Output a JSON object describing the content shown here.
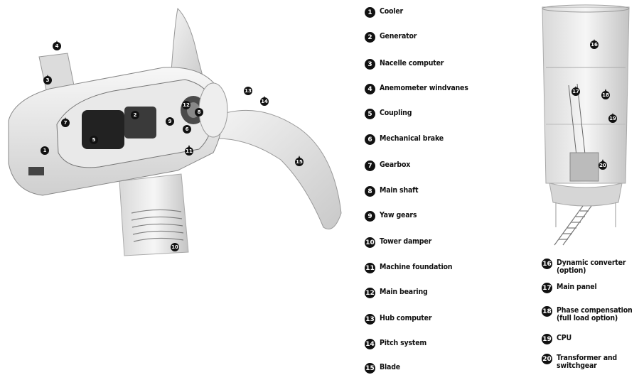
{
  "legend": [
    {
      "num": "1",
      "label": "Cooler"
    },
    {
      "num": "2",
      "label": "Generator"
    },
    {
      "num": "3",
      "label": "Nacelle computer"
    },
    {
      "num": "4",
      "label": "Anemometer windvanes"
    },
    {
      "num": "5",
      "label": "Coupling"
    },
    {
      "num": "6",
      "label": "Mechanical brake"
    },
    {
      "num": "7",
      "label": "Gearbox"
    },
    {
      "num": "8",
      "label": "Main shaft"
    },
    {
      "num": "9",
      "label": "Yaw gears"
    },
    {
      "num": "10",
      "label": "Tower damper"
    },
    {
      "num": "11",
      "label": "Machine foundation"
    },
    {
      "num": "12",
      "label": "Main bearing"
    },
    {
      "num": "13",
      "label": "Hub computer"
    },
    {
      "num": "14",
      "label": "Pitch system"
    },
    {
      "num": "15",
      "label": "Blade"
    },
    {
      "num": "16",
      "label": "Dynamic converter\n(option)"
    },
    {
      "num": "17",
      "label": "Main panel"
    },
    {
      "num": "18",
      "label": "Phase compensation\n(full load option)"
    },
    {
      "num": "19",
      "label": "CPU"
    },
    {
      "num": "20",
      "label": "Transformer and\nswitchgear"
    }
  ],
  "nacelle_callouts": [
    "4",
    "3",
    "7",
    "1",
    "5",
    "2",
    "9",
    "6",
    "12",
    "8",
    "11",
    "13",
    "14",
    "15",
    "10"
  ],
  "tower_callouts": [
    "16",
    "17",
    "18",
    "19",
    "20"
  ]
}
